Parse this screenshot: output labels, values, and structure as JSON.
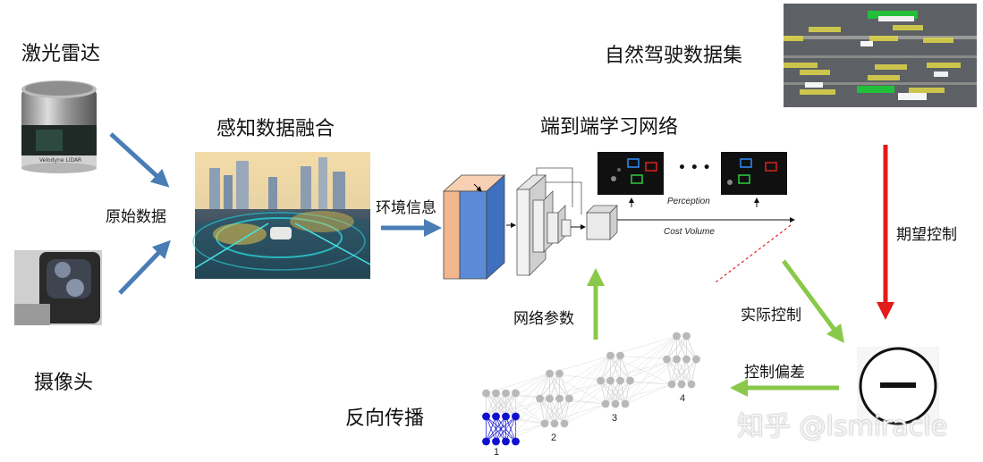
{
  "labels": {
    "lidar": "激光雷达",
    "camera": "摄像头",
    "raw_data": "原始数据",
    "fusion": "感知数据融合",
    "env_info": "环境信息",
    "e2e": "端到端学习网络",
    "dataset": "自然驾驶数据集",
    "desired": "期望控制",
    "actual": "实际控制",
    "params": "网络参数",
    "deviation": "控制偏差",
    "backprop": "反向传播",
    "perception": "Perception",
    "cost_volume": "Cost Volume",
    "dots": "• • •",
    "lidar_brand": "Velodyne LiDAR"
  },
  "nn_layers": [
    "1",
    "2",
    "3",
    "4"
  ],
  "watermark": "知乎 @lsmiracle",
  "colors": {
    "blue_arrow": "#4a7db6",
    "green_arrow": "#8ac84a",
    "red_arrow": "#e21b1b",
    "nn_highlight": "#1010d0",
    "nn_gray": "#b8b8b8",
    "cube_orange": "#f2b78e",
    "cube_blue": "#5b8bd6"
  }
}
